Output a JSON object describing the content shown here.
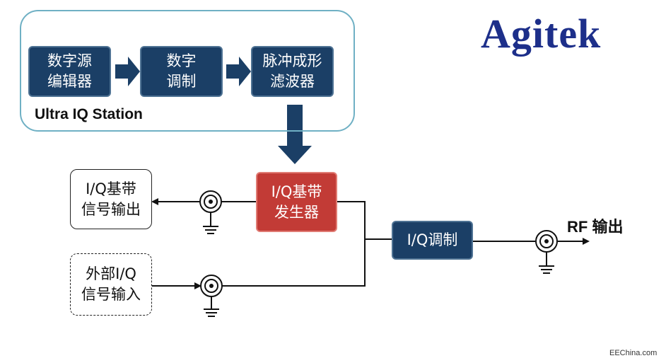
{
  "logo": {
    "text": "Agitek"
  },
  "station": {
    "label": "Ultra IQ Station"
  },
  "blocks": {
    "source_editor": "数字源\n编辑器",
    "digital_mod": "数字\n调制",
    "pulse_filter": "脉冲成形\n滤波器",
    "iq_generator": "I/Q基带\n发生器",
    "iq_modulation": "I/Q调制"
  },
  "side": {
    "baseband_out": "I/Q基带\n信号输出",
    "external_in": "外部I/Q\n信号输入"
  },
  "rf_output": "RF 输出",
  "watermark": "EEChina.com",
  "colors": {
    "navy": "#1b3f66",
    "red": "#c23b36",
    "station_border": "#6fb0c4",
    "logo": "#1d2f8a"
  }
}
